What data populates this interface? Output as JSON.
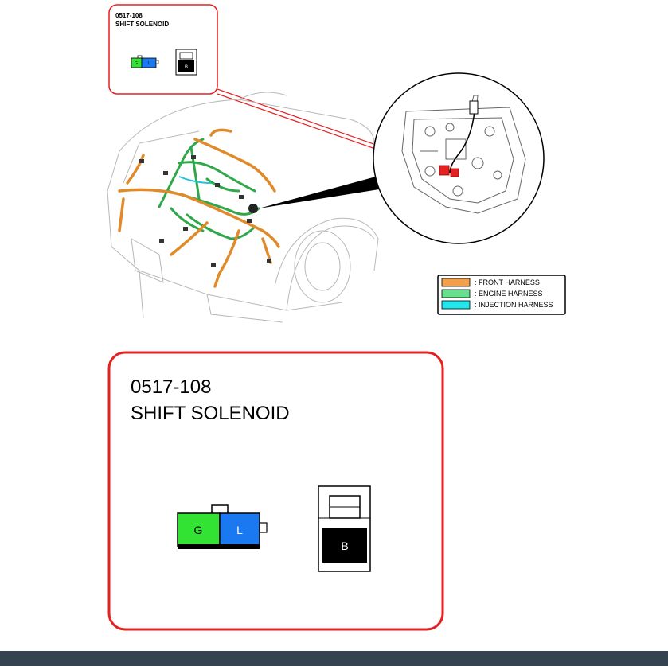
{
  "connector": {
    "code": "0517-108",
    "name": "SHIFT SOLENOID",
    "pins": [
      {
        "label": "G",
        "color": "#33e333"
      },
      {
        "label": "L",
        "color": "#1a78f0"
      }
    ],
    "mating_pin": {
      "label": "B",
      "color": "#000000"
    }
  },
  "legend": [
    {
      "label": ": FRONT HARNESS",
      "color": "#f4a04a"
    },
    {
      "label": ": ENGINE HARNESS",
      "color": "#66e08c"
    },
    {
      "label": ": INJECTION HARNESS",
      "color": "#22e6ee"
    }
  ],
  "colors": {
    "callout_red": "#e52020",
    "front_harness": "#e08a2a",
    "engine_harness": "#2fa84a",
    "footer": "#354250"
  },
  "icons": [
    "car-engine-bay-icon",
    "valve-body-detail-icon",
    "connector-icon"
  ]
}
